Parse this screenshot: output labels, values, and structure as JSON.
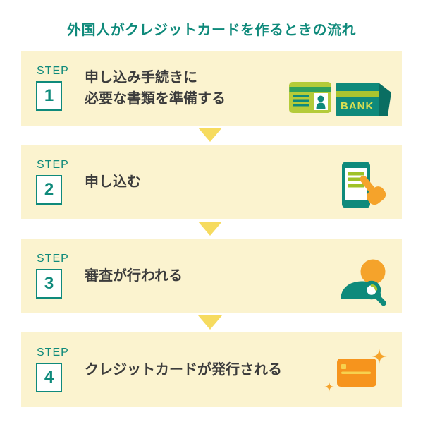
{
  "page": {
    "title": "外国人がクレジットカードを作るときの流れ"
  },
  "steps": [
    {
      "label": "STEP",
      "number": "1",
      "line1": "申し込み手続きに",
      "line2": "必要な書類を準備する",
      "icons": [
        "id-card-icon",
        "bank-book-icon"
      ]
    },
    {
      "label": "STEP",
      "number": "2",
      "line1": "申し込む",
      "icons": [
        "smartphone-tap-icon"
      ]
    },
    {
      "label": "STEP",
      "number": "3",
      "line1": "審査が行われる",
      "icons": [
        "person-search-icon"
      ]
    },
    {
      "label": "STEP",
      "number": "4",
      "line1": "クレジットカードが発行される",
      "icons": [
        "credit-card-sparkle-icon"
      ]
    }
  ],
  "icon_labels": {
    "bank_text": "BANK"
  },
  "colors": {
    "teal": "#0F8A7B",
    "teal_dark": "#0A6E62",
    "text_dark": "#3C3C3C",
    "block_bg": "#FBF3CF",
    "arrow_yellow": "#F6DB5F",
    "lime": "#A9C42F",
    "lime_card": "#B4CB39",
    "screen_bar_green": "#9FC226",
    "green_stripe": "#2FA05C",
    "bank_text_color": "#D9DE52",
    "orange": "#F5A32B",
    "card_orange": "#F6941D",
    "chip_yellow": "#F7D14E"
  }
}
